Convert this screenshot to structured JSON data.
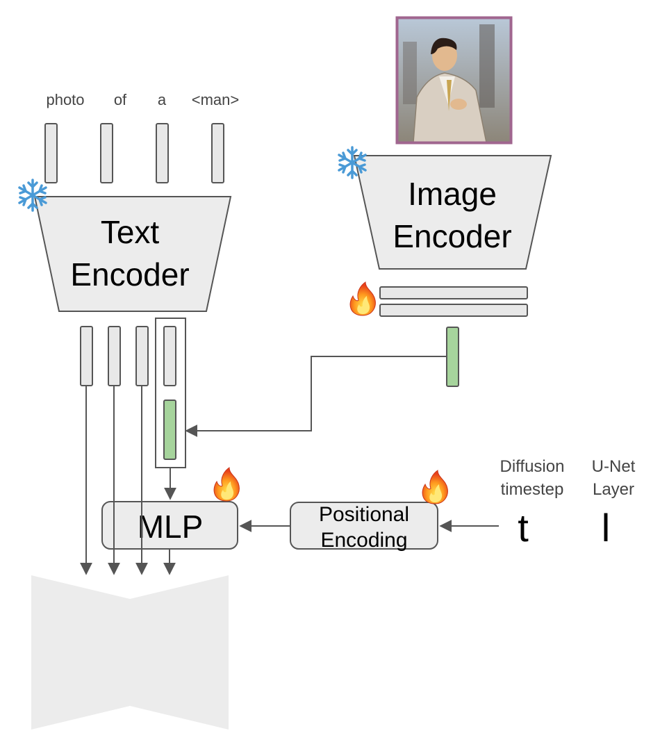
{
  "prompt_tokens": [
    "photo",
    "of",
    "a",
    "<man>"
  ],
  "text_encoder": {
    "line1": "Text",
    "line2": "Encoder"
  },
  "image_encoder": {
    "line1": "Image",
    "line2": "Encoder"
  },
  "mlp_label": "MLP",
  "positional_encoding": {
    "line1": "Positional",
    "line2": "Encoding"
  },
  "inputs": {
    "diffusion_timestep": {
      "line1": "Diffusion",
      "line2": "timestep",
      "symbol": "t"
    },
    "unet_layer": {
      "line1": "U-Net",
      "line2": "Layer",
      "symbol": "l"
    }
  },
  "icons": {
    "frozen": "snowflake-icon",
    "trainable": "fire-icon"
  },
  "colors": {
    "token_fill": "#e8e8e8",
    "learned_token_fill": "#a6d49c",
    "photo_border": "#a0668f"
  }
}
